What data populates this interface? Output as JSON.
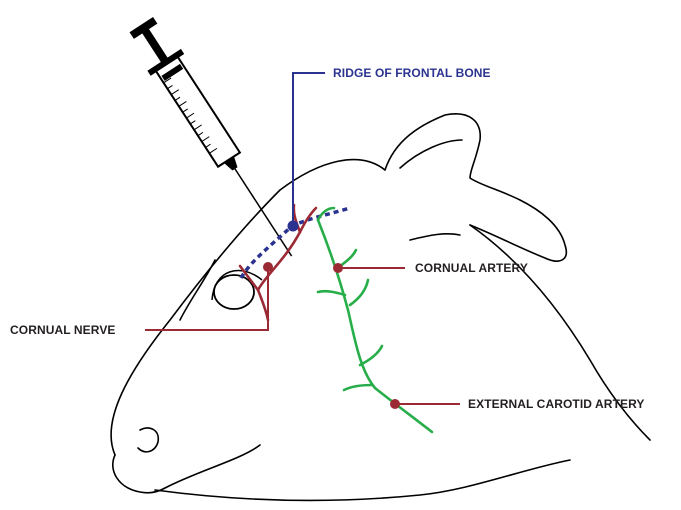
{
  "labels": {
    "ridge": "RIDGE OF FRONTAL BONE",
    "cornual_artery": "CORNUAL ARTERY",
    "cornual_nerve": "CORNUAL NERVE",
    "external_carotid": "EXTERNAL CAROTID  ARTERY"
  },
  "colors": {
    "outline": "#000000",
    "nerve": "#9c2a35",
    "ridge": "#2b3390",
    "artery": "#27ae4a"
  }
}
